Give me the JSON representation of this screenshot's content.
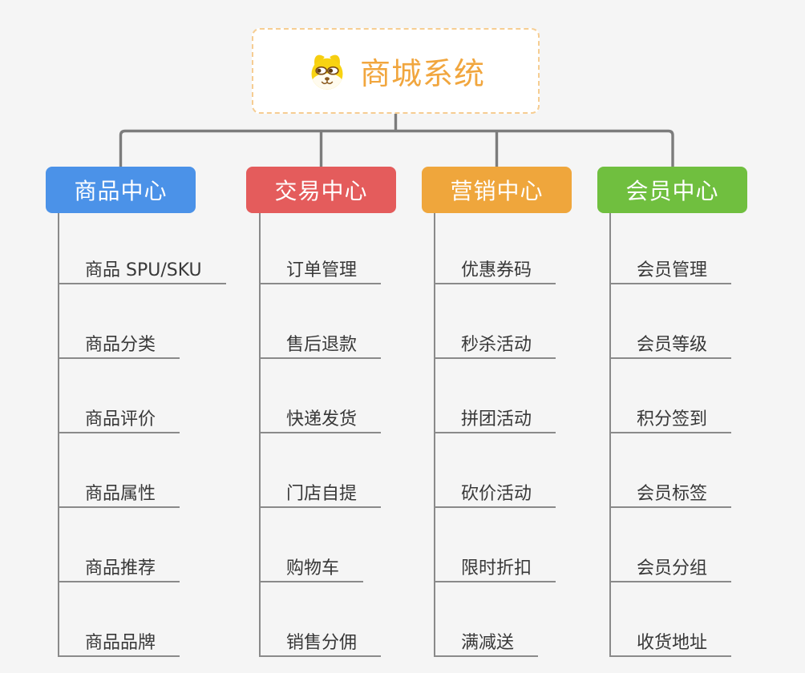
{
  "page": {
    "background_color": "#F5F5F5"
  },
  "root": {
    "title": "商城系统",
    "icon": "dog-face-icon",
    "title_color": "#F1A63E",
    "border_color": "#F6CD92"
  },
  "lines": {
    "connector_color": "#7C7C7C",
    "child_line_color": "#8A8A8A"
  },
  "branches": [
    {
      "label": "商品中心",
      "color": "#4B92E8",
      "items": [
        "商品 SPU/SKU",
        "商品分类",
        "商品评价",
        "商品属性",
        "商品推荐",
        "商品品牌"
      ]
    },
    {
      "label": "交易中心",
      "color": "#E45C5C",
      "items": [
        "订单管理",
        "售后退款",
        "快递发货",
        "门店自提",
        "购物车",
        "销售分佣"
      ]
    },
    {
      "label": "营销中心",
      "color": "#EFA63C",
      "items": [
        "优惠券码",
        "秒杀活动",
        "拼团活动",
        "砍价活动",
        "限时折扣",
        "满减送"
      ]
    },
    {
      "label": "会员中心",
      "color": "#70BF3F",
      "items": [
        "会员管理",
        "会员等级",
        "积分签到",
        "会员标签",
        "会员分组",
        "收货地址"
      ]
    }
  ]
}
